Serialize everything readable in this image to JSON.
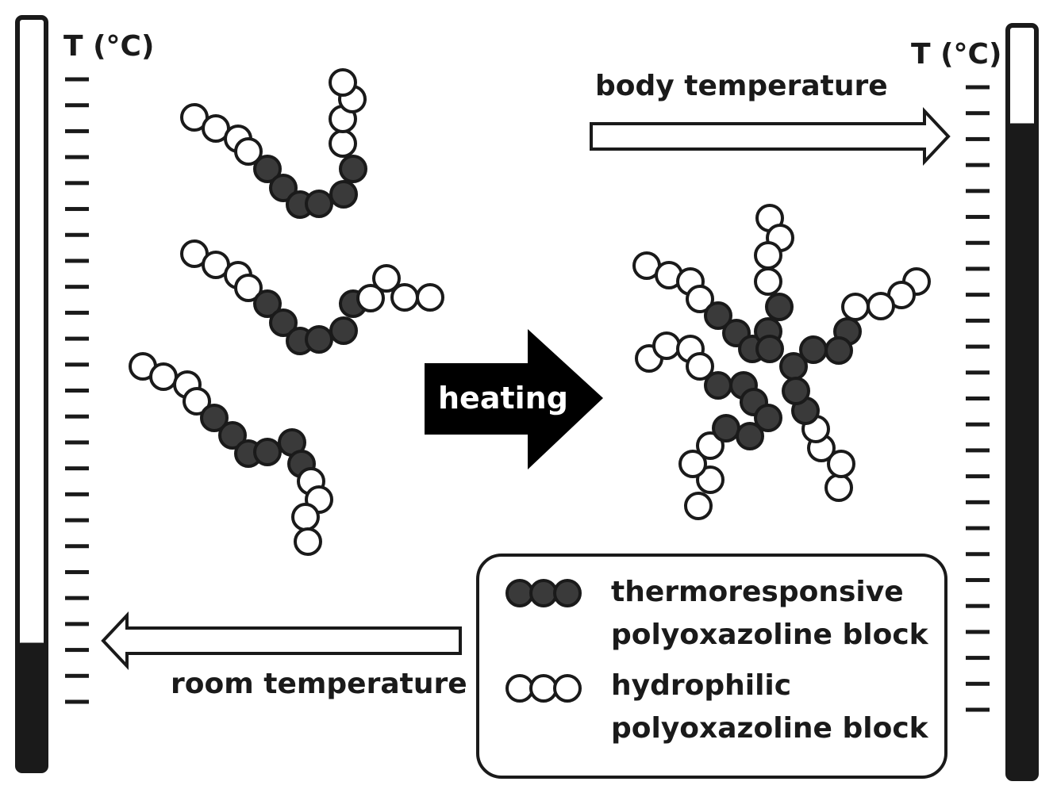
{
  "labels": {
    "left_axis": "T (°C)",
    "right_axis": "T (°C)",
    "body_temperature": "body temperature",
    "room_temperature": "room temperature",
    "heating": "heating"
  },
  "legend": {
    "thermo_line1": "thermoresponsive",
    "thermo_line2": "polyoxazoline block",
    "hydro_line1": "hydrophilic",
    "hydro_line2": "polyoxazoline block"
  },
  "thermometers": {
    "left_fill_fraction": 0.17,
    "right_fill_fraction": 0.87
  },
  "colors": {
    "thermoresponsive": "#3a3a3a",
    "hydrophilic": "#ffffff",
    "outline": "#1a1a1a"
  }
}
